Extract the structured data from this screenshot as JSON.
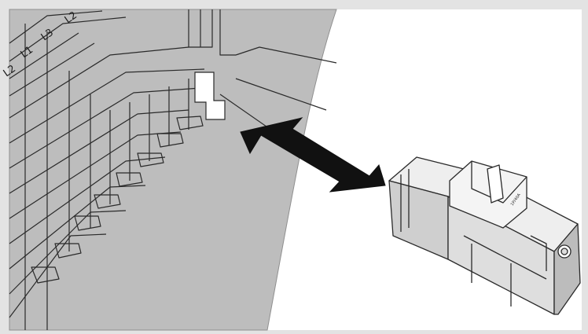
{
  "diagram": {
    "phase_labels": [
      "L2",
      "L3",
      "L1",
      "L2"
    ],
    "breaker_marking": "1P/40A"
  },
  "colors": {
    "panel_fill": "#bdbdbd",
    "line": "#2a2a2a",
    "arrow": "#111111",
    "background": "#ffffff",
    "frame": "#e3e3e3"
  }
}
